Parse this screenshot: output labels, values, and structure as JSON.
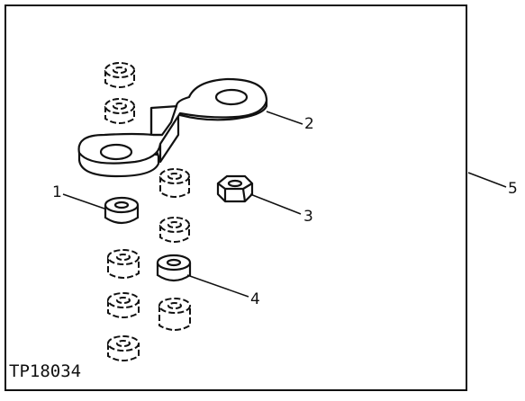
{
  "figure": {
    "id": "TP18034",
    "callouts": [
      "1",
      "2",
      "3",
      "4",
      "5"
    ]
  },
  "colors": {
    "ink": "#111111",
    "paper": "#ffffff"
  },
  "parts": [
    {
      "callout": "1",
      "name": "flat-washer-spacer-icon"
    },
    {
      "callout": "2",
      "name": "offset-bracket-icon"
    },
    {
      "callout": "3",
      "name": "hex-nut-icon"
    },
    {
      "callout": "4",
      "name": "flat-washer-spacer-icon"
    },
    {
      "callout": "5",
      "name": "assembly-frame"
    }
  ]
}
